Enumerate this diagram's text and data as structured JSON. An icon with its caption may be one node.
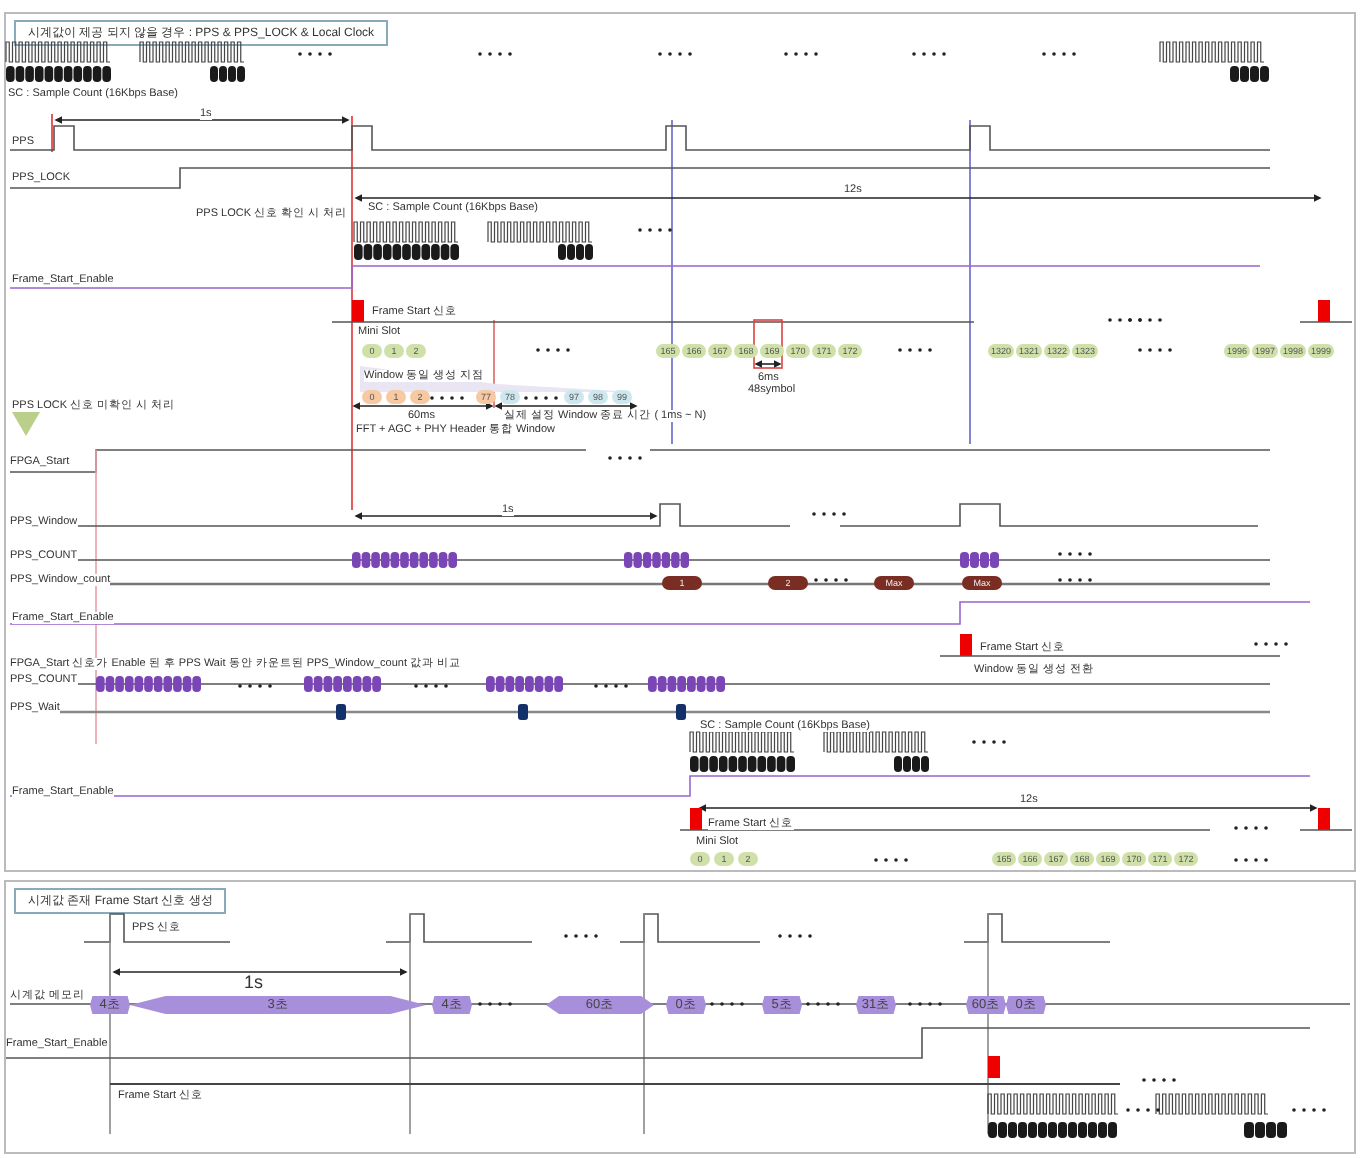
{
  "diagram": {
    "nodes": [
      {
        "text": [
          "시계값이 제공 되지 않을 경우 : PPS & PPS_LOCK & Local Clock"
        ]
      },
      {
        "text": [
          "시계값 존재 Frame Start 신호 생성"
        ]
      }
    ],
    "labels": [
      "SC : Sample Count (16Kbps Base)",
      "1s",
      "PPS",
      "PPS_LOCK",
      "PPS LOCK 신호 확인 시 처리",
      "SC : Sample Count (16Kbps Base)",
      "12s",
      "Frame_Start_Enable",
      "Frame Start 신호",
      "Mini Slot",
      "0",
      "1",
      "2",
      "165",
      "166",
      "167",
      "168",
      "169",
      "170",
      "171",
      "172",
      "1320",
      "1321",
      "1322",
      "1323",
      "1996",
      "1997",
      "1998",
      "1999",
      "6ms",
      "48symbol",
      "Window 동일 생성 지점",
      "0",
      "1",
      "2",
      "77",
      "78",
      "97",
      "98",
      "99",
      "60ms",
      "FFT + AGC + PHY Header 통합 Window",
      "실제 설정 Window 종료 시간 ( 1ms ~ N)",
      "PPS LOCK 신호 미확인 시 처리",
      "FPGA_Start",
      "1s",
      "PPS_Window",
      "PPS_COUNT",
      "PPS_Window_count",
      "1",
      "2",
      "Max",
      "Max",
      "Frame_Start_Enable",
      "Frame Start 신호",
      "Window 동일 생성 전환",
      "FPGA_Start 신호가 Enable 된 후 PPS Wait 동안 카운트된 PPS_Window_count 값과 비교",
      "PPS_COUNT",
      "PPS_Wait",
      "SC : Sample Count (16Kbps Base)",
      "Frame_Start_Enable",
      "12s",
      "Frame Start 신호",
      "Mini Slot",
      "0",
      "1",
      "2",
      "165",
      "166",
      "167",
      "168",
      "169",
      "170",
      "171",
      "172",
      "PPS 신호",
      "1s",
      "시계값 메모리",
      "4초",
      "3초",
      "4초",
      "60초",
      "0초",
      "5초",
      "31초",
      "60초",
      "0초",
      "Frame_Start_Enable",
      "Frame Start 신호"
    ]
  }
}
